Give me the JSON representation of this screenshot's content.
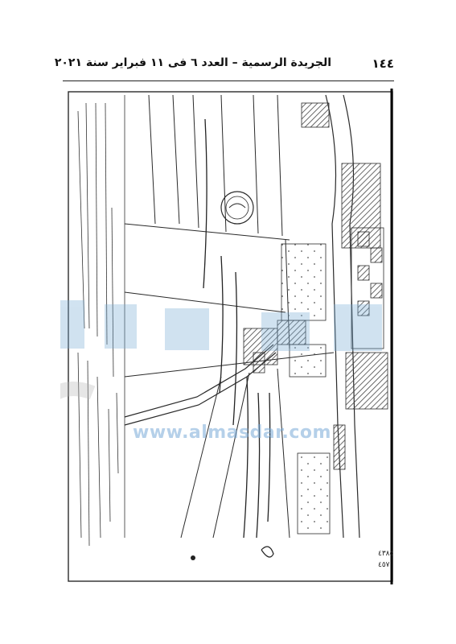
{
  "header": {
    "page_number": "١٤٤",
    "gazette_title": "الجريدة الرسمية – العدد ٦ فى ١١ فبراير سنة ٢٠٢١"
  },
  "watermark": {
    "site": "www.almasdar.com"
  },
  "map": {
    "side_number_top": "٤٣٨٥",
    "side_number_bottom": "٤٥٧"
  },
  "colors": {
    "ink": "#2a2a2a",
    "hatch": "#444444",
    "watermark_blue": "#7aaed6",
    "watermark_gray": "#b8b8b8"
  }
}
